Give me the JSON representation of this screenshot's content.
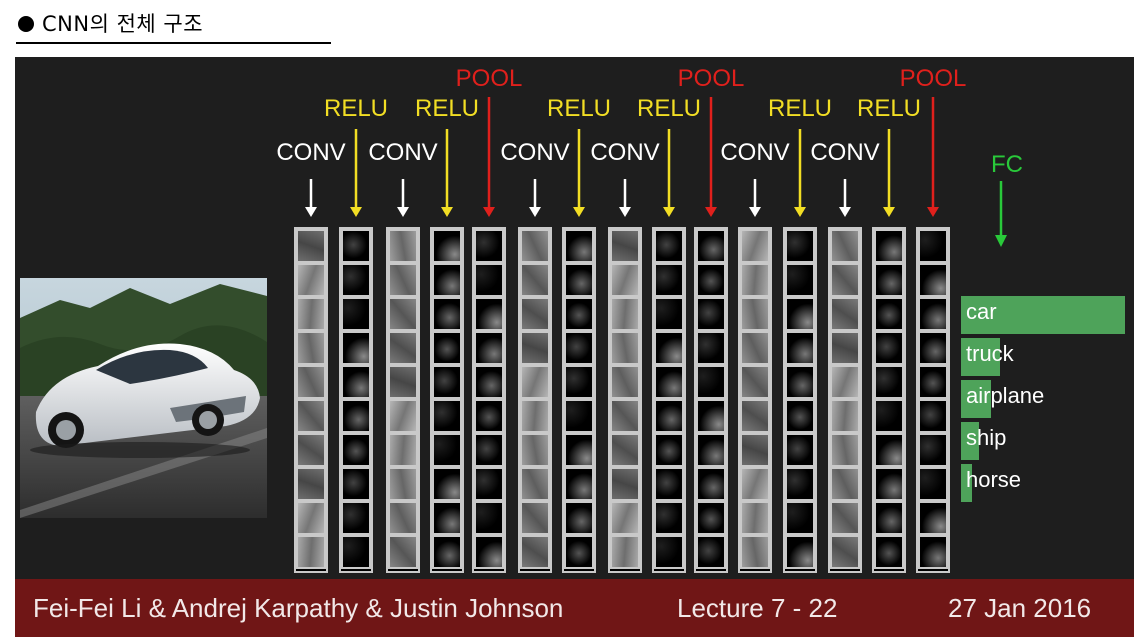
{
  "heading": {
    "text": "CNN의 전체 구조"
  },
  "layers": [
    {
      "type": "CONV",
      "color": "#ffffff"
    },
    {
      "type": "RELU",
      "color": "#f2de24"
    },
    {
      "type": "CONV",
      "color": "#ffffff"
    },
    {
      "type": "RELU",
      "color": "#f2de24"
    },
    {
      "type": "POOL",
      "color": "#e0201c"
    },
    {
      "type": "CONV",
      "color": "#ffffff"
    },
    {
      "type": "RELU",
      "color": "#f2de24"
    },
    {
      "type": "CONV",
      "color": "#ffffff"
    },
    {
      "type": "RELU",
      "color": "#f2de24"
    },
    {
      "type": "POOL",
      "color": "#e0201c"
    },
    {
      "type": "CONV",
      "color": "#ffffff"
    },
    {
      "type": "RELU",
      "color": "#f2de24"
    },
    {
      "type": "CONV",
      "color": "#ffffff"
    },
    {
      "type": "RELU",
      "color": "#f2de24"
    },
    {
      "type": "POOL",
      "color": "#e0201c"
    }
  ],
  "fc": {
    "label": "FC",
    "color": "#29c93a"
  },
  "predictions": [
    {
      "label": "car",
      "score": 1.0
    },
    {
      "label": "truck",
      "score": 0.24
    },
    {
      "label": "airplane",
      "score": 0.18
    },
    {
      "label": "ship",
      "score": 0.11
    },
    {
      "label": "horse",
      "score": 0.07
    }
  ],
  "footer": {
    "authors": "Fei-Fei Li & Andrej Karpathy & Justin Johnson",
    "lecture": "Lecture 7 - 22",
    "date": "27 Jan 2016"
  },
  "colors": {
    "slide_background": "#1e1e1e",
    "footer_background": "#701616",
    "bar_color": "#4ea35a"
  }
}
